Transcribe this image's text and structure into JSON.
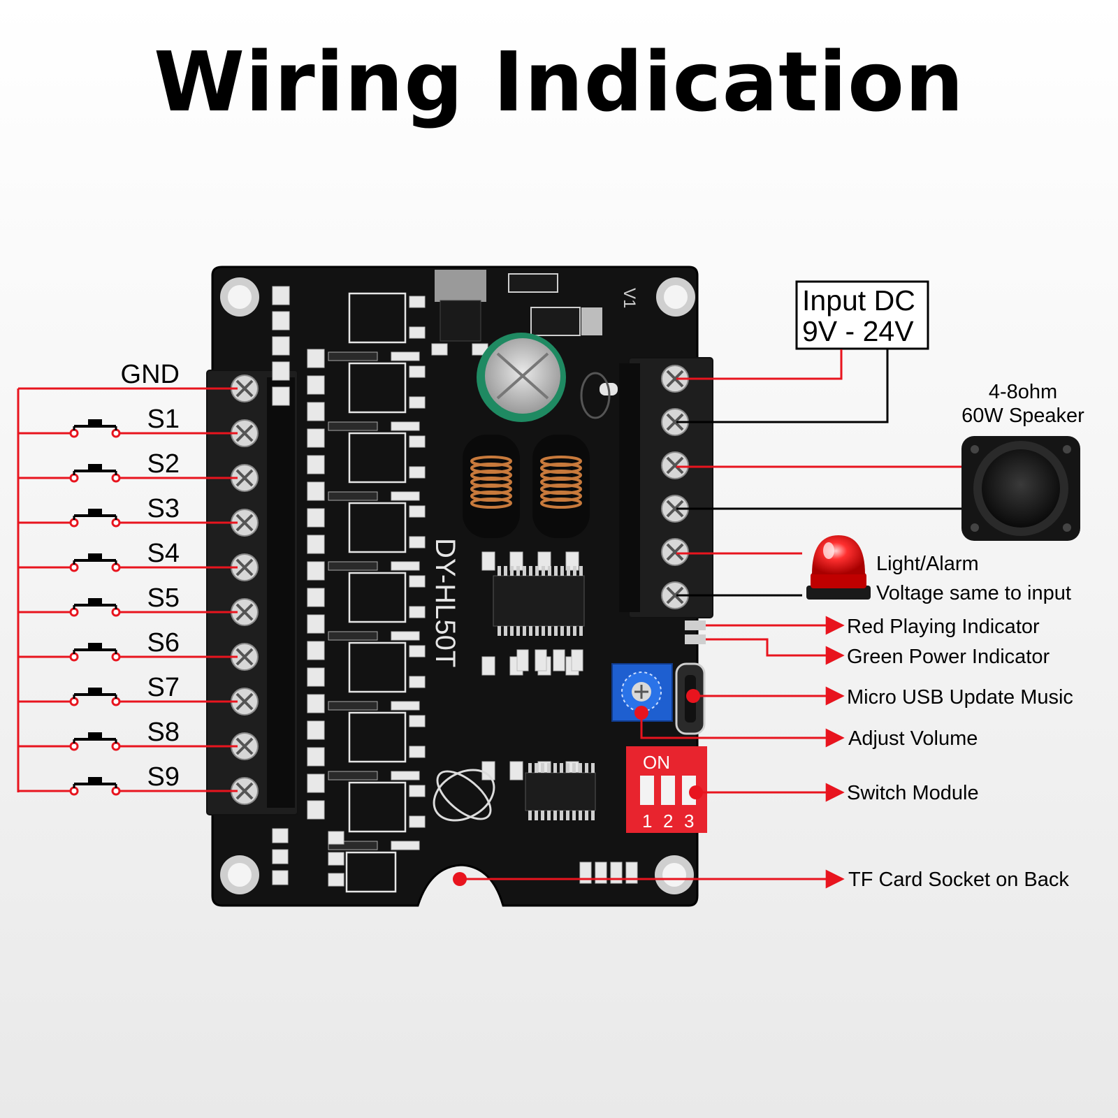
{
  "title": "Wiring Indication",
  "left_labels": [
    "GND",
    "S1",
    "S2",
    "S3",
    "S4",
    "S5",
    "S6",
    "S7",
    "S8",
    "S9"
  ],
  "board": {
    "model": "DY-HL50T",
    "version": "V1",
    "dip_on": "ON",
    "dip_numbers": [
      "1",
      "2",
      "3"
    ]
  },
  "right_labels": {
    "input_dc_line1": "Input DC",
    "input_dc_line2": "9V - 24V",
    "speaker_line1": "4-8ohm",
    "speaker_line2": "60W Speaker",
    "light_line1": "Light/Alarm",
    "light_line2": "Voltage same to input",
    "red_indicator": "Red Playing Indicator",
    "green_indicator": "Green Power Indicator",
    "micro_usb": "Micro USB Update Music",
    "adjust_volume": "Adjust Volume",
    "switch_module": "Switch Module",
    "tf_card": "TF Card Socket on Back"
  },
  "colors": {
    "wire_red": "#e8141e",
    "wire_black": "#000000",
    "pcb": "#121212",
    "dip_switch": "#e8242e",
    "potentiometer": "#1e5fd0"
  }
}
